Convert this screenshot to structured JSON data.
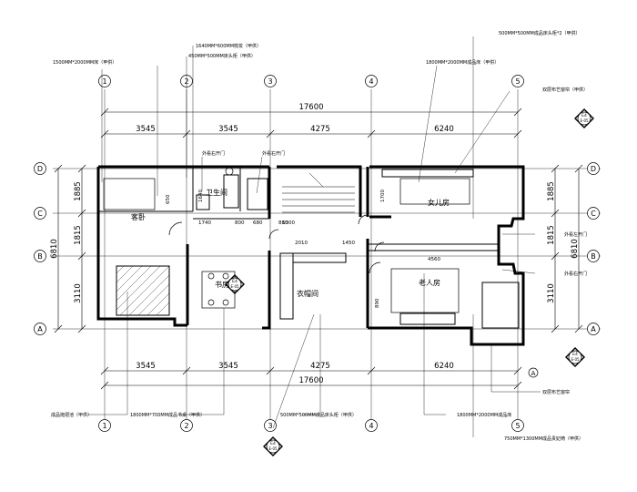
{
  "dimensions": {
    "total": "17600",
    "segments": [
      "3545",
      "3545",
      "4275",
      "6240"
    ],
    "height_total": "6810",
    "heights": [
      "1885",
      "1815",
      "3110"
    ],
    "inner": [
      "1640",
      "1740",
      "800",
      "680",
      "880",
      "2010",
      "1450",
      "1700",
      "4560",
      "890",
      "1300",
      "650"
    ]
  },
  "axes": {
    "columns": [
      "1",
      "2",
      "3",
      "4",
      "5"
    ],
    "rows": [
      "D",
      "C",
      "B",
      "A"
    ]
  },
  "rooms": {
    "guest": "客卧",
    "bath": "卫生间",
    "girl": "女儿房",
    "study": "书房",
    "closet": "衣帽间",
    "elder": "老人房"
  },
  "notes": {
    "n1": "1500MM*2000MM床（甲供）",
    "n2": "1640MM*600MM梳妆（甲供）",
    "n3": "450MM*500MM床头柜（甲供）",
    "n4": "500MM*500MM成品床头柜*2（甲供）",
    "n5": "1800MM*2000MM成品床（甲供）",
    "n6": "双层布艺窗帘（甲供）",
    "door1": "外看右开门",
    "door2": "外看右开门",
    "door3": "外看左开门",
    "door4": "外看右开门",
    "b1": "成品拖把池（甲供）",
    "b2": "1800MM*700MM成品书桌（甲供）",
    "b3": "500MM*500MM成品床头柜（甲供）",
    "b4": "1800MM*2000MM成品床",
    "b5": "双层布艺窗帘",
    "b6": "750MM*1300MM成品贵妃椅（甲供）"
  },
  "symbols": {
    "e1": "E4",
    "e1b": "E-05",
    "e2": "E4",
    "e2b": "E-05",
    "e3": "E4",
    "e3b": "E-05",
    "e4": "E4",
    "e4b": "E-05"
  }
}
